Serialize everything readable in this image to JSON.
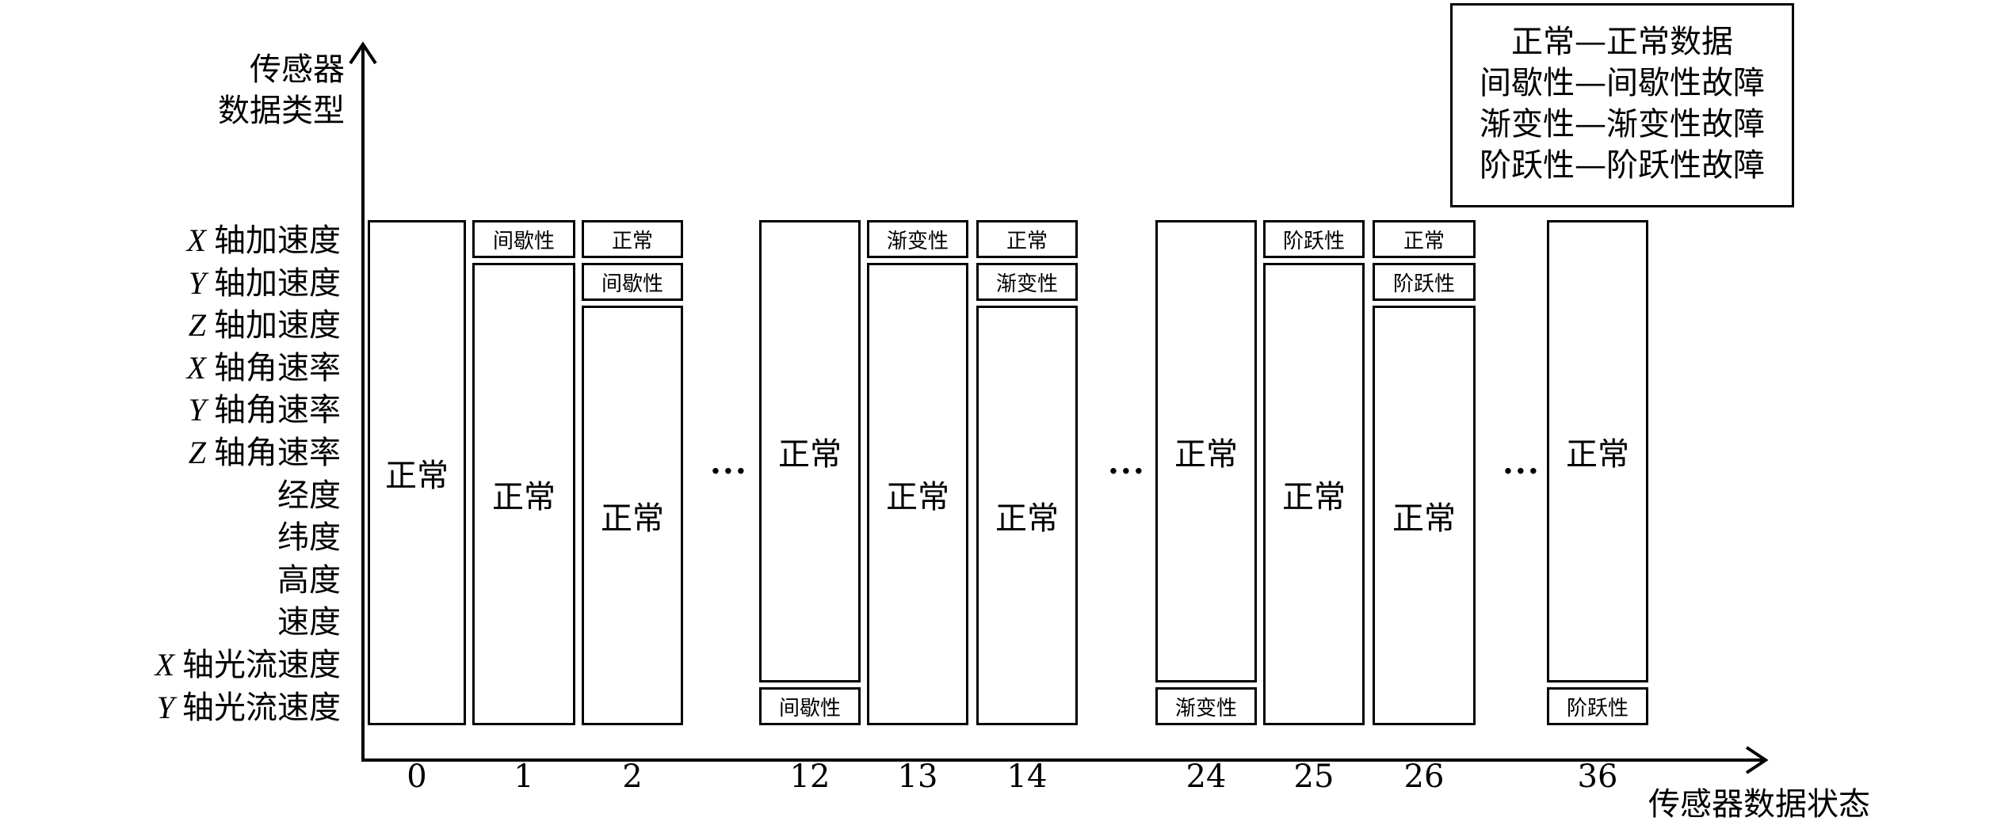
{
  "y_axis": {
    "title_line1": "传感器",
    "title_line2": "数据类型",
    "labels": [
      {
        "var": "X",
        "text": "轴加速度"
      },
      {
        "var": "Y",
        "text": "轴加速度"
      },
      {
        "var": "Z",
        "text": "轴加速度"
      },
      {
        "var": "X",
        "text": "轴角速率"
      },
      {
        "var": "Y",
        "text": "轴角速率"
      },
      {
        "var": "Z",
        "text": "轴角速率"
      },
      {
        "var": "",
        "text": "经度"
      },
      {
        "var": "",
        "text": "纬度"
      },
      {
        "var": "",
        "text": "高度"
      },
      {
        "var": "",
        "text": "速度"
      },
      {
        "var": "X",
        "text": "轴光流速度"
      },
      {
        "var": "Y",
        "text": "轴光流速度"
      }
    ]
  },
  "x_axis": {
    "title": "传感器数据状态",
    "ticks": [
      "0",
      "1",
      "2",
      "12",
      "13",
      "14",
      "24",
      "25",
      "26",
      "36"
    ],
    "ellipsis": "···"
  },
  "legend": [
    "正常—正常数据",
    "间歇性—间歇性故障",
    "渐变性—渐变性故障",
    "阶跃性—阶跃性故障"
  ],
  "states": [
    {
      "label": "0",
      "segments": [
        {
          "text": "正常"
        }
      ]
    },
    {
      "label": "1",
      "segments": [
        {
          "text": "间歇性"
        },
        {
          "text": "正常"
        }
      ]
    },
    {
      "label": "2",
      "segments": [
        {
          "text": "正常"
        },
        {
          "text": "间歇性"
        },
        {
          "text": "正常"
        }
      ]
    },
    {
      "label": "12",
      "segments": [
        {
          "text": "正常"
        },
        {
          "text": "间歇性"
        }
      ]
    },
    {
      "label": "13",
      "segments": [
        {
          "text": "渐变性"
        },
        {
          "text": "正常"
        }
      ]
    },
    {
      "label": "14",
      "segments": [
        {
          "text": "正常"
        },
        {
          "text": "渐变性"
        },
        {
          "text": "正常"
        }
      ]
    },
    {
      "label": "24",
      "segments": [
        {
          "text": "正常"
        },
        {
          "text": "渐变性"
        }
      ]
    },
    {
      "label": "25",
      "segments": [
        {
          "text": "阶跃性"
        },
        {
          "text": "正常"
        }
      ]
    },
    {
      "label": "26",
      "segments": [
        {
          "text": "正常"
        },
        {
          "text": "阶跃性"
        },
        {
          "text": "正常"
        }
      ]
    },
    {
      "label": "36",
      "segments": [
        {
          "text": "正常"
        },
        {
          "text": "阶跃性"
        }
      ]
    }
  ]
}
